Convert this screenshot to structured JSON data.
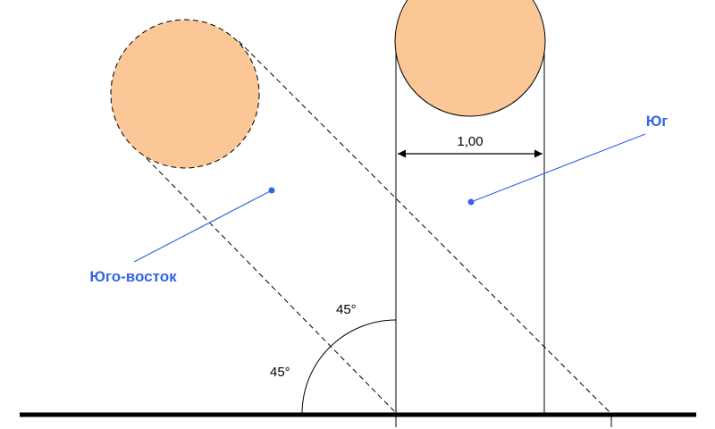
{
  "diagram": {
    "width_label": "1,00",
    "angle_upper_label": "45°",
    "angle_lower_label": "45°",
    "south_label": "Юг",
    "southeast_label": "Юго-восток"
  },
  "colors": {
    "sun_fill": "#FBC797",
    "accent": "#3366E6",
    "line": "#000000"
  }
}
